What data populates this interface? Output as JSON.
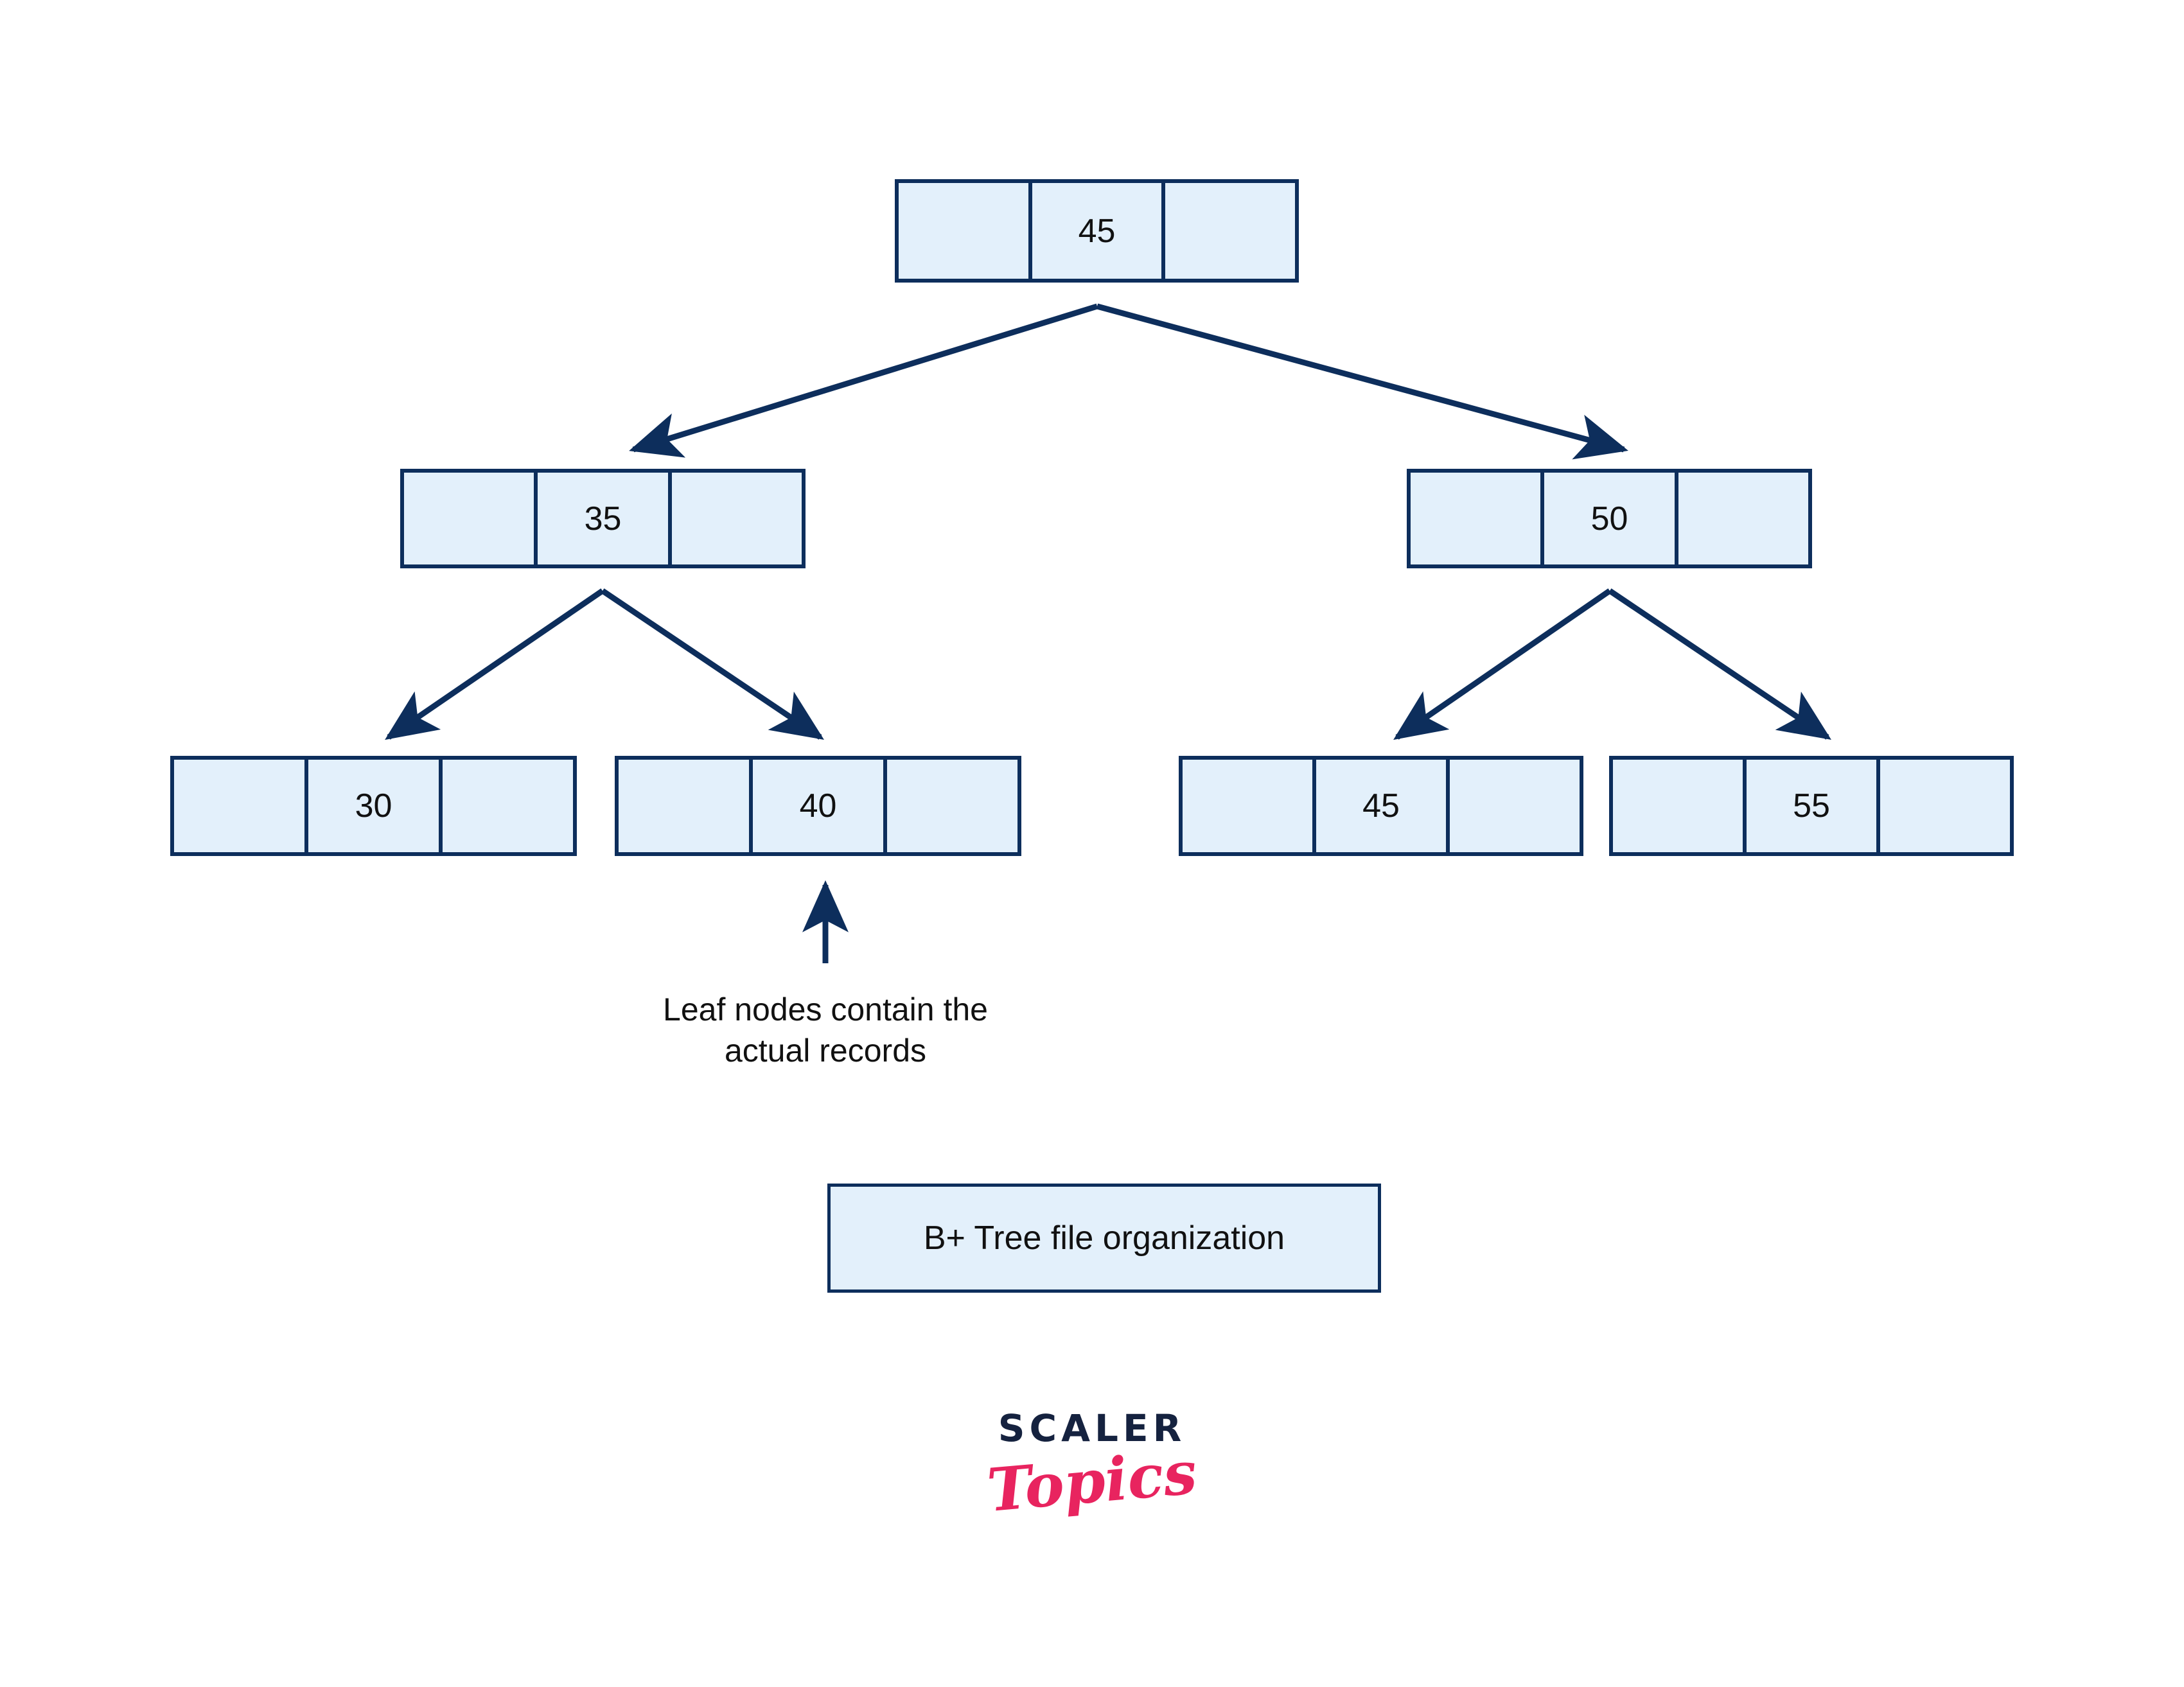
{
  "diagram": {
    "title": "B+ Tree file organization",
    "annotation": "Leaf nodes contain the\nactual records",
    "colors": {
      "node_border": "#0d2e5c",
      "node_fill": "#e3f0fb",
      "arrow": "#0d2e5c",
      "text": "#111111",
      "logo_dark": "#15223f",
      "logo_pink": "#e8245f",
      "background": "#ffffff"
    },
    "levels": [
      {
        "name": "root",
        "nodes": [
          {
            "id": "root-45",
            "cells": [
              "",
              "45",
              ""
            ]
          }
        ]
      },
      {
        "name": "internal",
        "nodes": [
          {
            "id": "internal-35",
            "cells": [
              "",
              "35",
              ""
            ]
          },
          {
            "id": "internal-50",
            "cells": [
              "",
              "50",
              ""
            ]
          }
        ]
      },
      {
        "name": "leaf",
        "nodes": [
          {
            "id": "leaf-30",
            "cells": [
              "",
              "30",
              ""
            ]
          },
          {
            "id": "leaf-40",
            "cells": [
              "",
              "40",
              ""
            ]
          },
          {
            "id": "leaf-45",
            "cells": [
              "",
              "45",
              ""
            ]
          },
          {
            "id": "leaf-55",
            "cells": [
              "",
              "55",
              ""
            ]
          }
        ]
      }
    ],
    "edges": [
      {
        "from": "root-45",
        "to": "internal-35"
      },
      {
        "from": "root-45",
        "to": "internal-50"
      },
      {
        "from": "internal-35",
        "to": "leaf-30"
      },
      {
        "from": "internal-35",
        "to": "leaf-40"
      },
      {
        "from": "internal-50",
        "to": "leaf-45"
      },
      {
        "from": "internal-50",
        "to": "leaf-55"
      }
    ]
  },
  "logo": {
    "primary": "SCALER",
    "secondary": "Topics"
  }
}
